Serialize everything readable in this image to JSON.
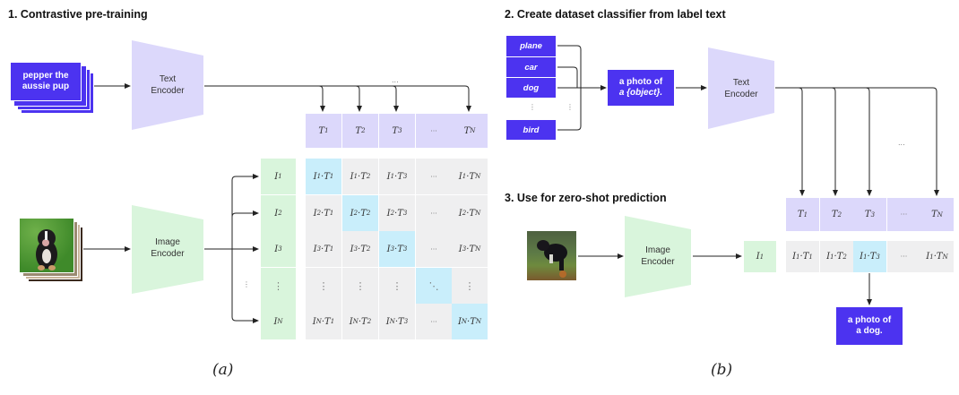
{
  "sections": {
    "s1_title": "1. Contrastive pre-training",
    "s2_title": "2. Create dataset classifier from label text",
    "s3_title": "3. Use for zero-shot prediction"
  },
  "captions": {
    "a": "(a)",
    "b": "(b)"
  },
  "pretraining": {
    "text_input": [
      "pepper the",
      "aussie pup"
    ],
    "text_encoder": [
      "Text",
      "Encoder"
    ],
    "image_encoder": [
      "Image",
      "Encoder"
    ],
    "image_input_icon": "puppy-photo-stack",
    "text_embeddings": [
      "T1",
      "T2",
      "T3",
      "...",
      "TN"
    ],
    "image_embeddings": [
      "I1",
      "I2",
      "I3",
      "⋮",
      "IN"
    ],
    "branch_ellipsis": "⋮",
    "header_ellipsis": "...",
    "matrix": [
      [
        "I1·T1",
        "I1·T2",
        "I1·T3",
        "...",
        "I1·TN"
      ],
      [
        "I2·T1",
        "I2·T2",
        "I2·T3",
        "...",
        "I2·TN"
      ],
      [
        "I3·T1",
        "I3·T2",
        "I3·T3",
        "...",
        "I3·TN"
      ],
      [
        "⋮",
        "⋮",
        "⋮",
        "⋱",
        "⋮"
      ],
      [
        "IN·T1",
        "IN·T2",
        "IN·T3",
        "...",
        "IN·TN"
      ]
    ],
    "highlight": "diagonal"
  },
  "classifier": {
    "labels": [
      "plane",
      "car",
      "dog",
      "bird"
    ],
    "label_ellipsis": "⋮",
    "template": [
      "a photo of",
      "a {object}."
    ],
    "text_encoder": [
      "Text",
      "Encoder"
    ],
    "text_embeddings": [
      "T1",
      "T2",
      "T3",
      "...",
      "TN"
    ],
    "branch_ellipsis": "..."
  },
  "zeroshot": {
    "image_input_icon": "dog-photo",
    "image_encoder": [
      "Image",
      "Encoder"
    ],
    "image_embedding": "I1",
    "scores": [
      "I1·T1",
      "I1·T2",
      "I1·T3",
      "...",
      "I1·TN"
    ],
    "highlight_index": 2,
    "prediction": [
      "a photo of",
      "a dog."
    ]
  },
  "colors": {
    "accent_purple": "#4c33f0",
    "text_embed": "#dcd8fb",
    "image_embed": "#d9f5dc",
    "score": "#efeff0",
    "score_highlight": "#c9eefb"
  }
}
